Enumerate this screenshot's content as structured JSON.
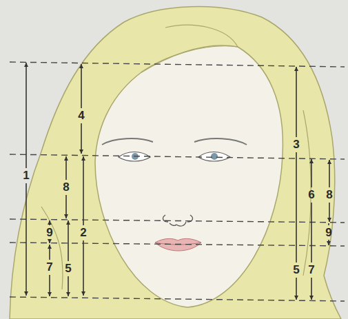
{
  "diagram": {
    "labels": [
      "4",
      "3",
      "1",
      "8",
      "6",
      "8",
      "9",
      "2",
      "9",
      "7",
      "5",
      "5",
      "7"
    ]
  }
}
